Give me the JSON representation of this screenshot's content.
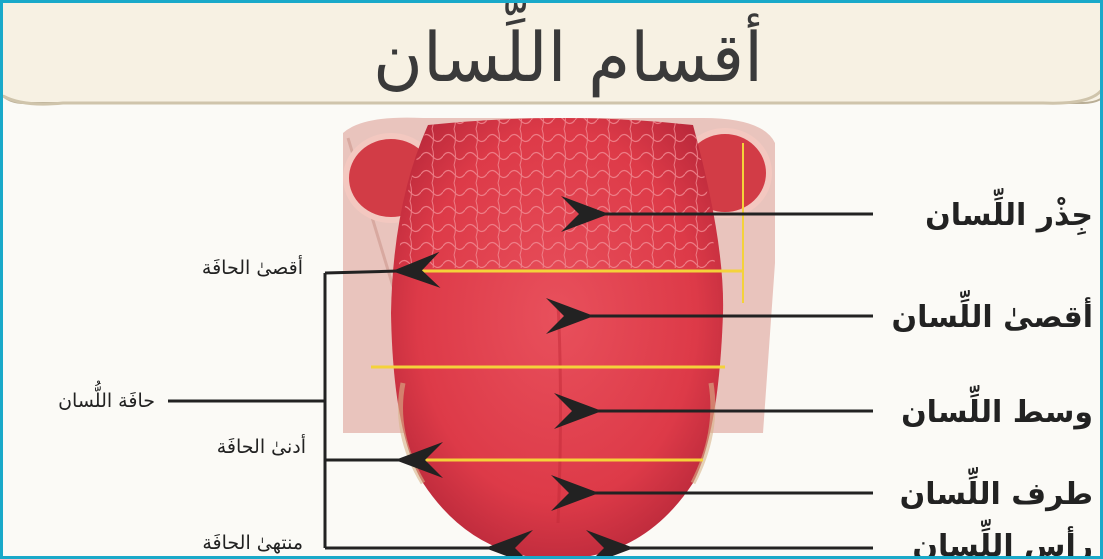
{
  "title": "أقسام اللِّسان",
  "colors": {
    "frame": "#19a9c9",
    "banner": "#f7f1e3",
    "tongue": "#dd3a48",
    "tongue_dark": "#c22a38",
    "divider": "#f4d23a",
    "arrow": "#222222"
  },
  "right_labels": [
    {
      "id": "root",
      "text": "جِذْر اللِّسان"
    },
    {
      "id": "back",
      "text": "أقصىٰ اللِّسان"
    },
    {
      "id": "middle",
      "text": "وسط اللِّسان"
    },
    {
      "id": "tip",
      "text": "طرف اللِّسان"
    },
    {
      "id": "head",
      "text": "رأس اللِّسان"
    }
  ],
  "left_labels": {
    "edge": "حافَة اللُّسان",
    "far_edge": "أقصىٰ الحافَة",
    "near_edge": "أدنىٰ الحافَة",
    "edge_end": "منتهىٰ الحافَة"
  }
}
